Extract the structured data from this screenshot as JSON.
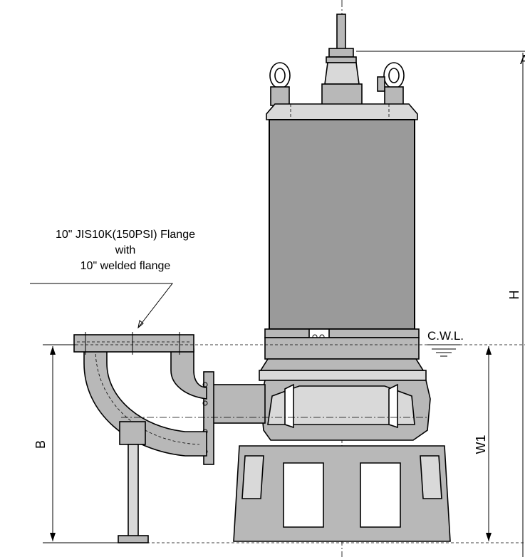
{
  "flange_note": {
    "line1": "10\" JIS10K(150PSI) Flange",
    "line2": "with",
    "line3": "10\" welded flange"
  },
  "dimensions": {
    "height": "H",
    "water_level": "C.W.L.",
    "discharge_height": "B",
    "level_height": "W1",
    "top_marker": "A"
  }
}
